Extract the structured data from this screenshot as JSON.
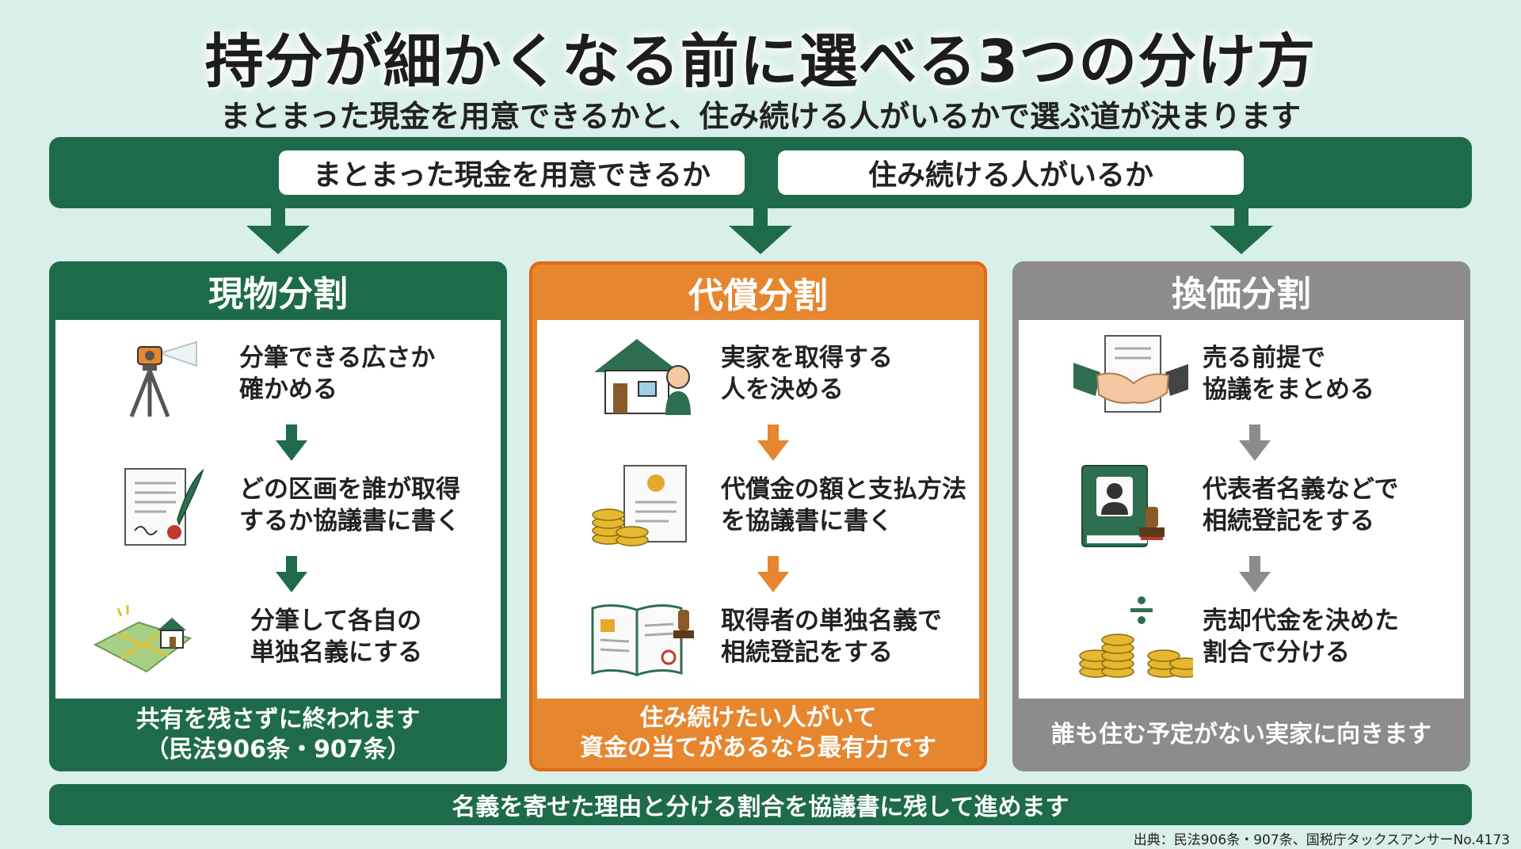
{
  "header": {
    "title": "持分が細かくなる前に選べる3つの分け方",
    "subtitle": "まとまった現金を用意できるかと、住み続ける人がいるかで選ぶ道が決まります"
  },
  "questions": [
    "まとまった現金を用意できるか",
    "住み続ける人がいるか"
  ],
  "colors": {
    "green": "#1e6b4b",
    "orange": "#e6862f",
    "gray": "#8c8c8c",
    "background": "#d9efe9"
  },
  "options": [
    {
      "title": "現物分割",
      "steps": [
        {
          "icon": "surveying-instrument-icon",
          "lines": [
            "分筆できる広さか",
            "確かめる"
          ]
        },
        {
          "icon": "signed-document-quill-icon",
          "lines": [
            "どの区画を誰が取得",
            "するか協議書に書く"
          ]
        },
        {
          "icon": "divided-land-house-icon",
          "lines": [
            "分筆して各自の",
            "単独名義にする"
          ]
        }
      ],
      "footer": [
        "共有を残さずに終われます",
        "（民法906条・907条）"
      ]
    },
    {
      "title": "代償分割",
      "steps": [
        {
          "icon": "house-person-icon",
          "lines": [
            "実家を取得する",
            "人を決める"
          ]
        },
        {
          "icon": "coins-invoice-icon",
          "lines": [
            "代償金の額と支払方法",
            "を協議書に書く"
          ]
        },
        {
          "icon": "register-book-stamp-icon",
          "lines": [
            "取得者の単独名義で",
            "相続登記をする"
          ]
        }
      ],
      "footer": [
        "住み続けたい人がいて",
        "資金の当てがあるなら最有力です"
      ]
    },
    {
      "title": "換価分割",
      "steps": [
        {
          "icon": "handshake-contract-icon",
          "lines": [
            "売る前提で",
            "協議をまとめる"
          ]
        },
        {
          "icon": "representative-book-stamp-icon",
          "lines": [
            "代表者名義などで",
            "相続登記をする"
          ]
        },
        {
          "icon": "divide-coins-icon",
          "lines": [
            "売却代金を決めた",
            "割合で分ける"
          ]
        }
      ],
      "footer": [
        "誰も住む予定がない実家に向きます"
      ]
    }
  ],
  "bottom_note": "名義を寄せた理由と分ける割合を協議書に残して進めます",
  "source": "出典：民法906条・907条、国税庁タックスアンサーNo.4173"
}
